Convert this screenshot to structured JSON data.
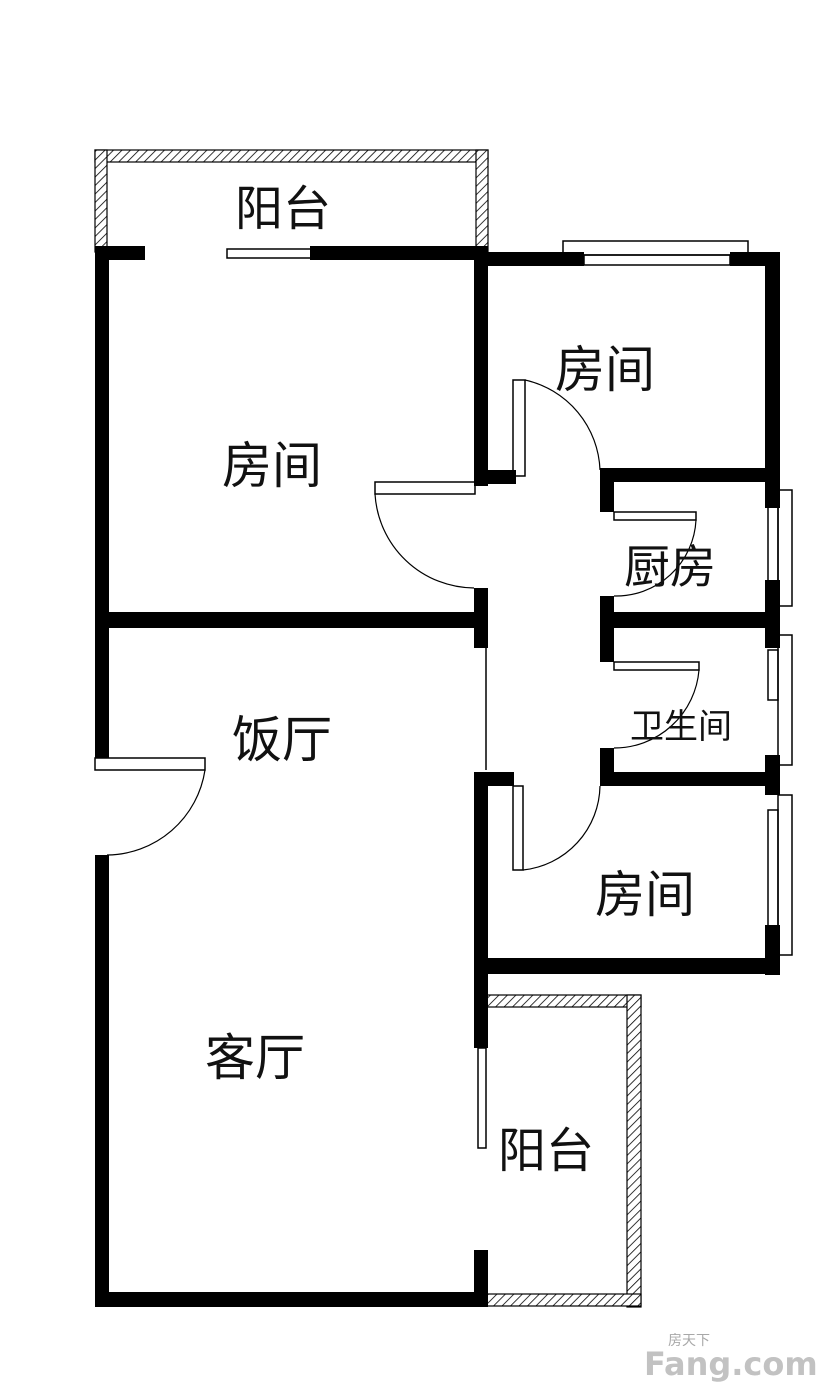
{
  "rooms": {
    "balcony_top": "阳台",
    "bedroom_main": "房间",
    "bedroom_ne": "房间",
    "kitchen": "厨房",
    "bathroom": "卫生间",
    "dining": "饭厅",
    "bedroom_se": "房间",
    "living": "客厅",
    "balcony_bottom": "阳台"
  },
  "watermark": {
    "small": "房天下",
    "brand": "Fang.com"
  },
  "colors": {
    "wall": "#000000",
    "brand": "#c8102e"
  }
}
